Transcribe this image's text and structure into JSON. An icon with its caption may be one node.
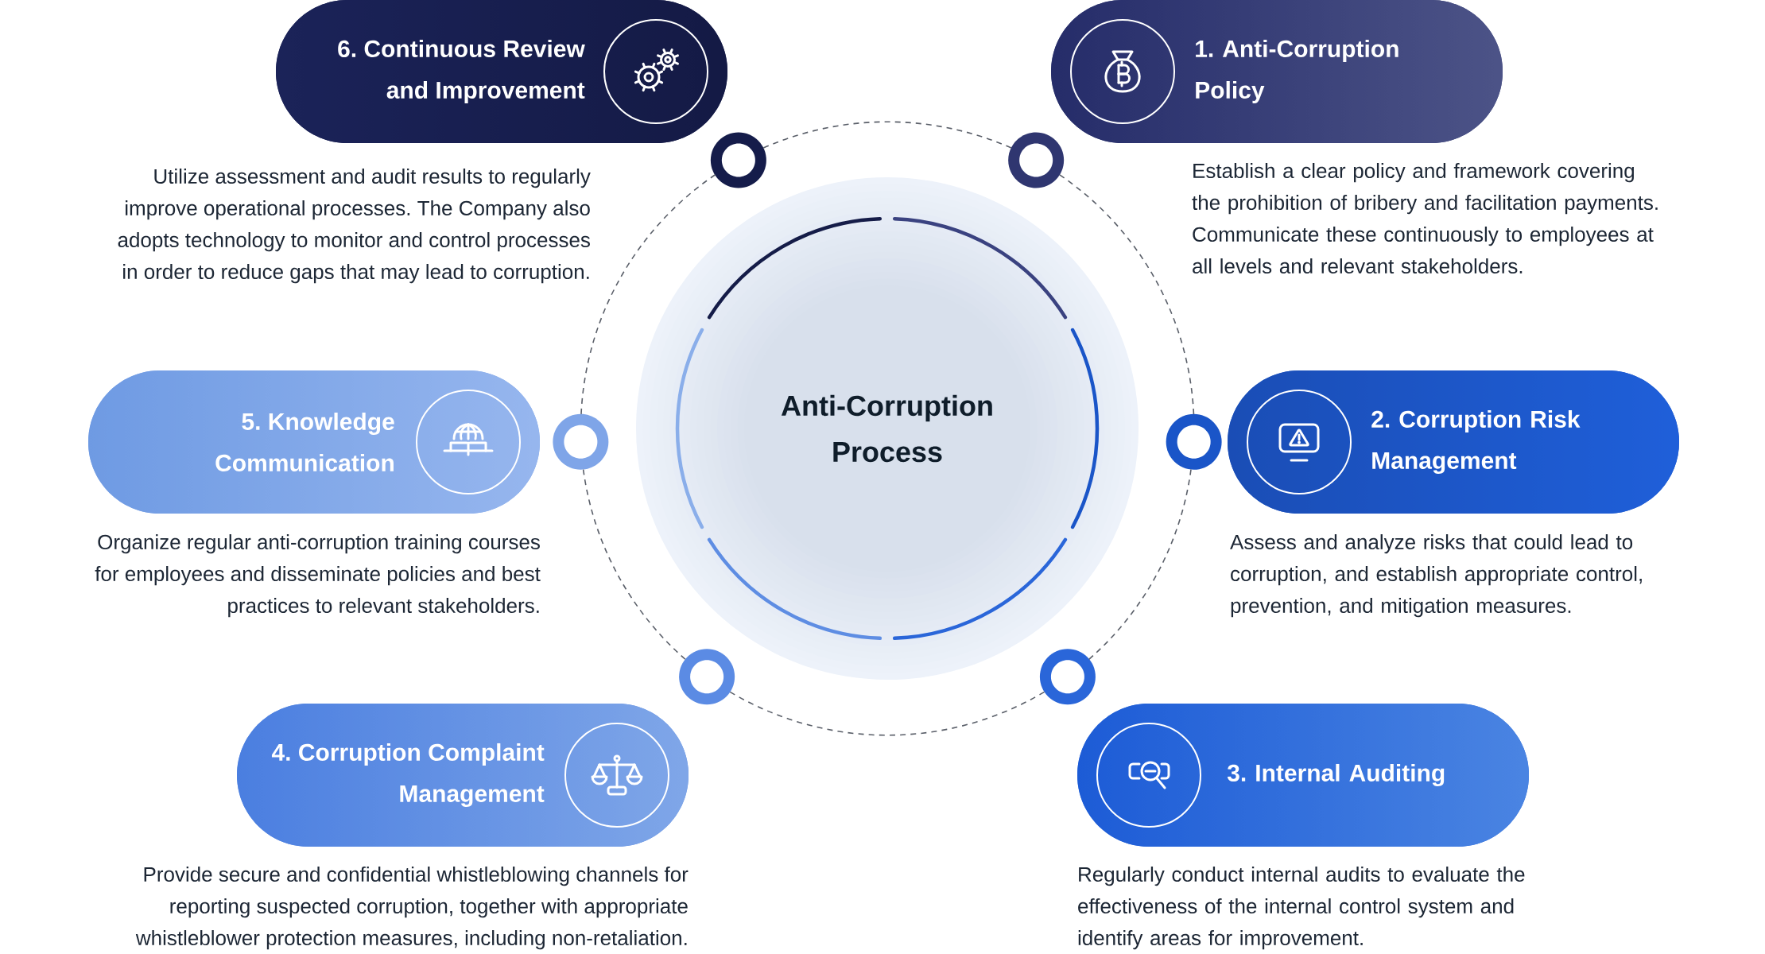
{
  "diagram": {
    "nodes": [
      {
        "text": [
          "Anti-Corruption Process"
        ]
      },
      {
        "text": [
          "1. Anti-Corruption Policy"
        ],
        "beside": [
          "Establish a clear policy and framework covering the prohibition of bribery and facilitation payments. Communicate these continuously to employees at all levels and relevant stakeholders."
        ]
      },
      {
        "text": [
          "2. Corruption Risk Management"
        ],
        "beside": [
          "Assess and analyze risks that could lead to corruption, and establish appropriate control, prevention, and mitigation measures."
        ]
      },
      {
        "text": [
          "3. Internal Auditing"
        ],
        "beside": [
          "Regularly conduct internal audits to evaluate the effectiveness of the internal control system and identify areas for improvement."
        ]
      },
      {
        "text": [
          "4. Corruption Complaint Management"
        ],
        "beside": [
          "Provide secure and confidential whistleblowing channels for reporting suspected corruption, together with appropriate whistleblower protection measures, including non-retaliation."
        ]
      },
      {
        "text": [
          "5. Knowledge Communication"
        ],
        "beside": [
          "Organize regular anti-corruption training courses for employees and disseminate policies and best practices to relevant stakeholders."
        ]
      },
      {
        "text": [
          "6. Continuous Review and Improvement"
        ],
        "beside": [
          "Utilize assessment and audit results to regularly improve operational processes. The Company also adopts technology to monitor and control processes in order to reduce gaps that may lead to corruption."
        ]
      },
      {
        "text": [],
        "shape": "circle"
      },
      {
        "text": [],
        "shape": "circle"
      },
      {
        "text": [],
        "shape": "circle"
      },
      {
        "text": [],
        "shape": "circle"
      },
      {
        "text": [],
        "shape": "circle"
      },
      {
        "text": [],
        "shape": "circle"
      }
    ],
    "edges": [
      {
        "from": 7,
        "to": 8,
        "arrow": "none",
        "style": "dashed"
      },
      {
        "from": 8,
        "to": 9,
        "arrow": "none",
        "style": "dashed"
      },
      {
        "from": 9,
        "to": 10,
        "arrow": "none",
        "style": "dashed"
      },
      {
        "from": 10,
        "to": 11,
        "arrow": "none",
        "style": "dashed"
      },
      {
        "from": 11,
        "to": 12,
        "arrow": "none",
        "style": "dashed"
      },
      {
        "from": 12,
        "to": 7,
        "arrow": "none",
        "style": "dashed"
      }
    ]
  }
}
